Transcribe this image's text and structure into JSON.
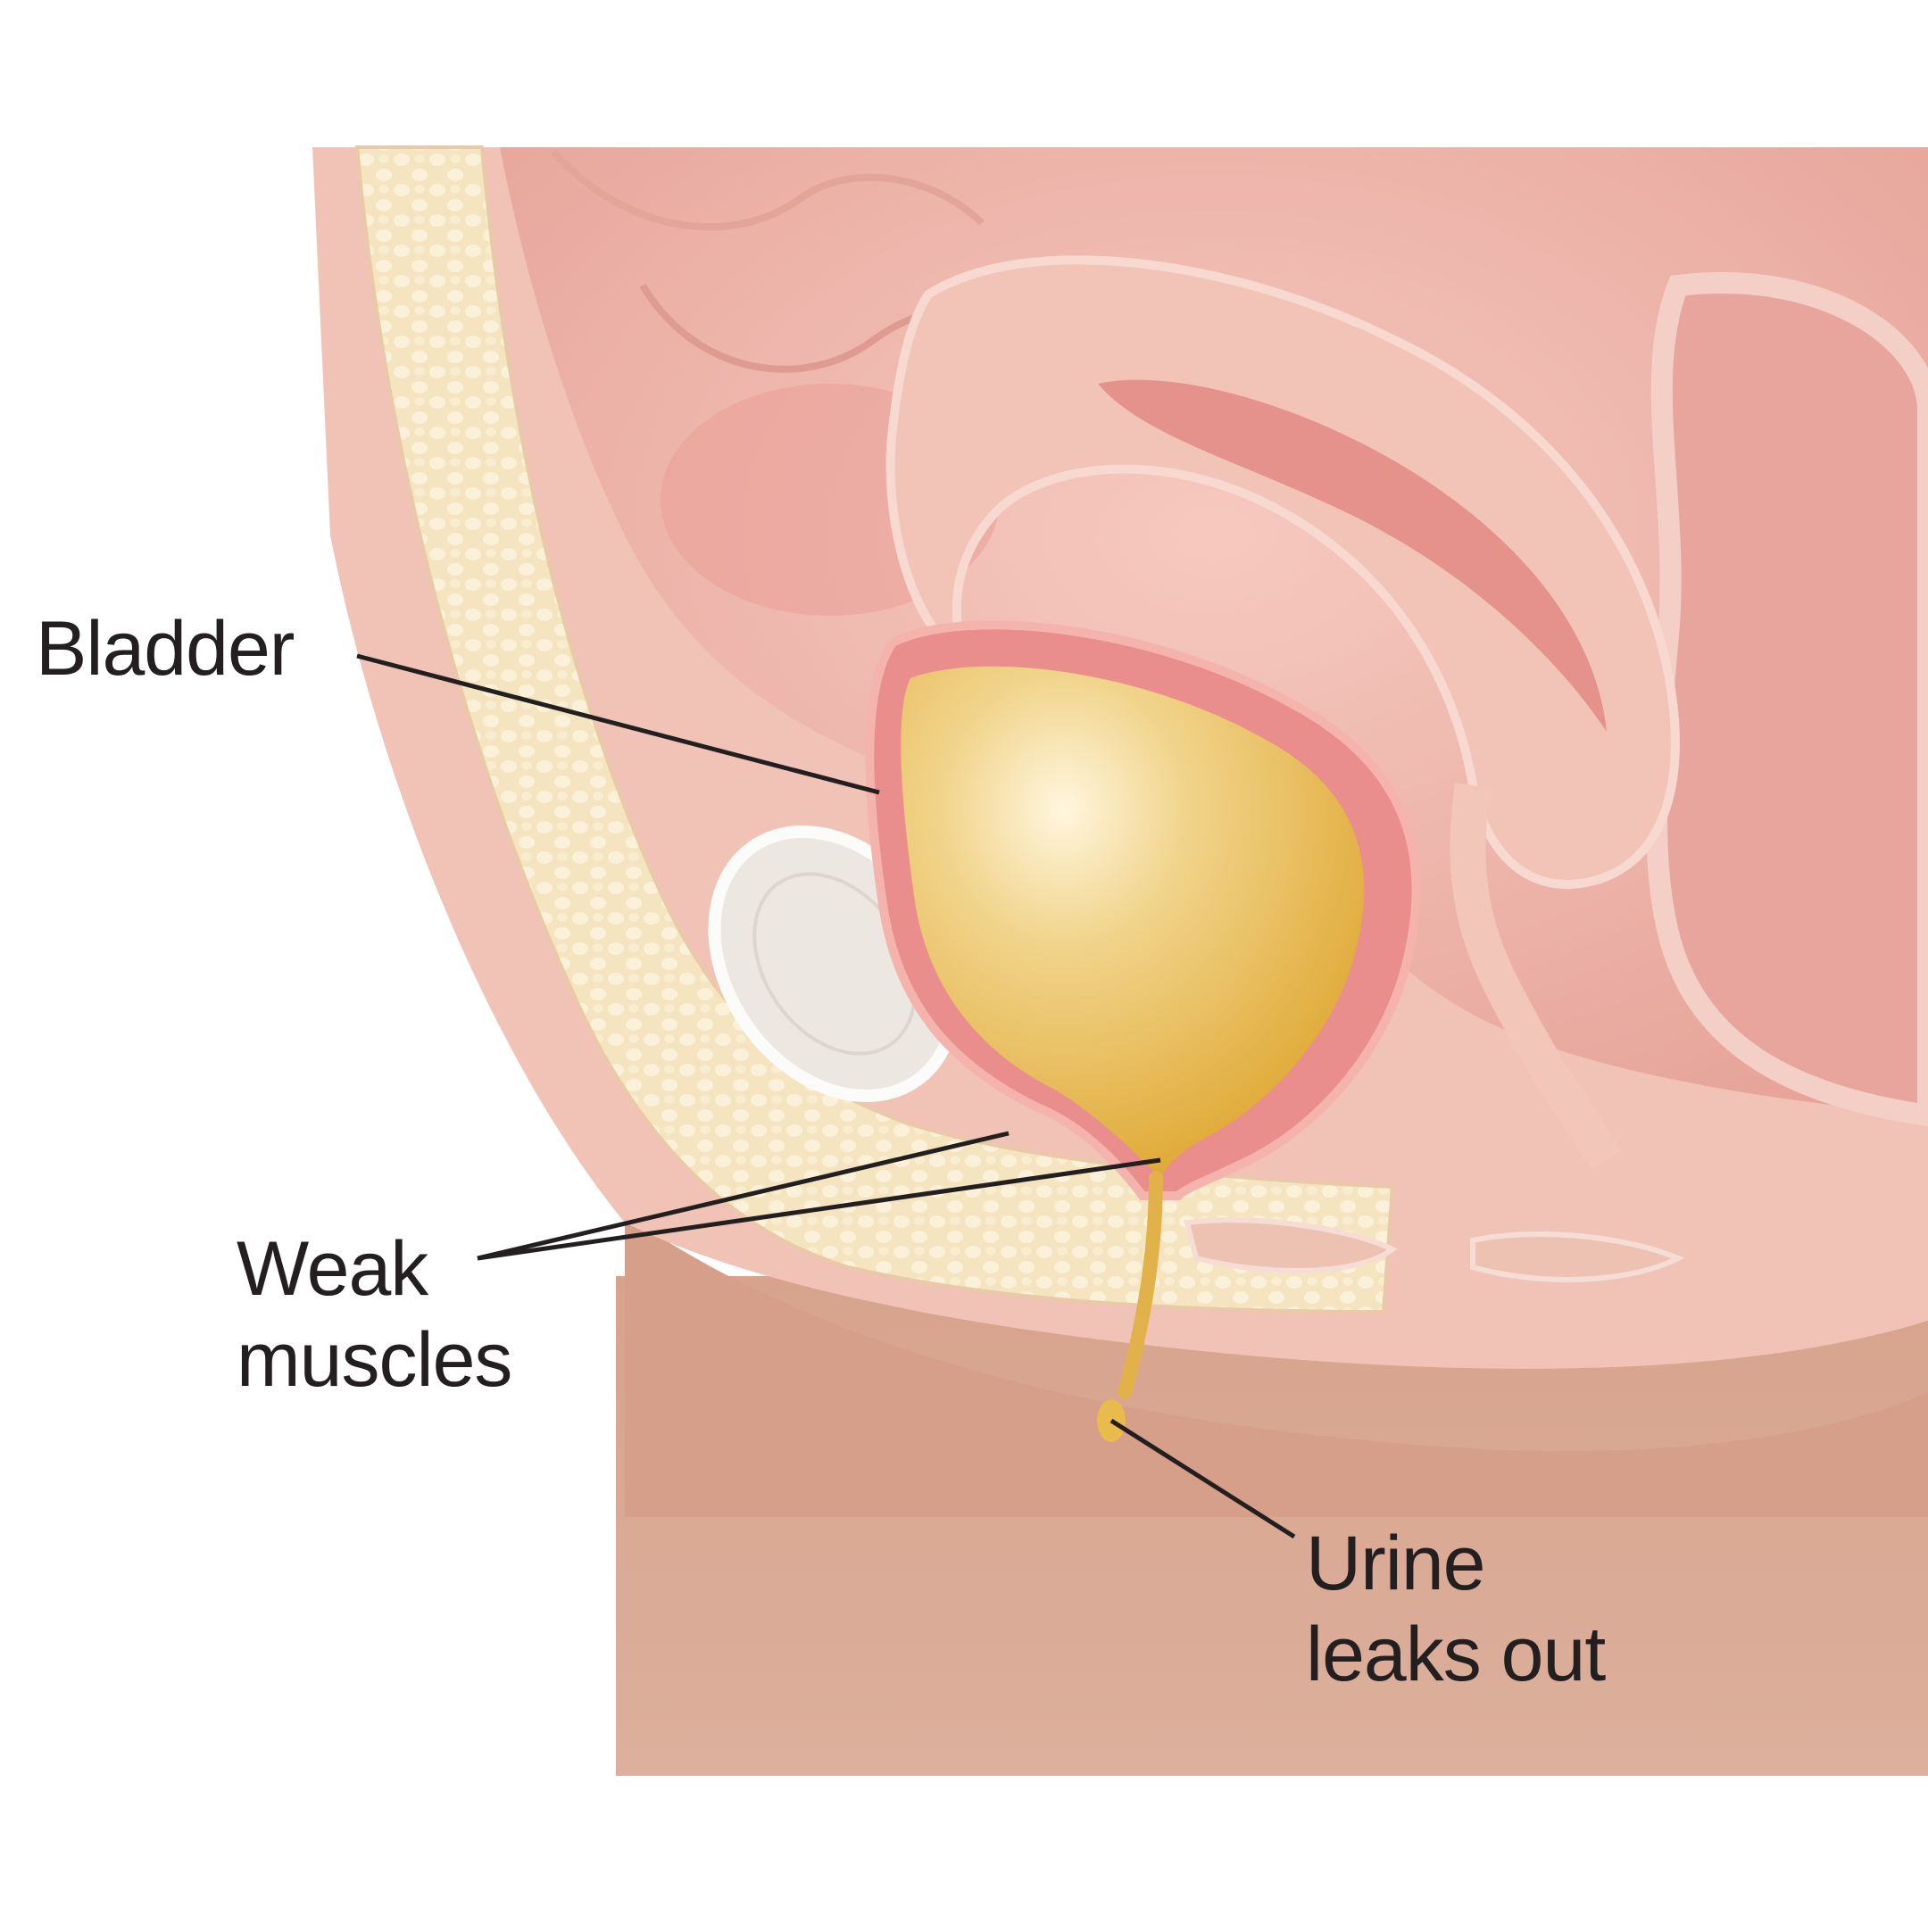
{
  "labels": {
    "bladder": "Bladder",
    "weak_line1": "Weak",
    "weak_line2": "muscles",
    "urine_line1": "Urine",
    "urine_line2": "leaks out"
  },
  "colors": {
    "background": "#ffffff",
    "skin": "#d9a891",
    "skin_dark": "#c98f78",
    "abdomen_pink": "#efb9ae",
    "organ_pink": "#f3c6bb",
    "bone_fat": "#f6e6c4",
    "bladder_wall": "#e98e8c",
    "urine": "#e7b84e",
    "urine_light": "#f8e7b0",
    "pubic_bone": "#ece6df",
    "leader_line": "#231f20",
    "text": "#231f20"
  }
}
